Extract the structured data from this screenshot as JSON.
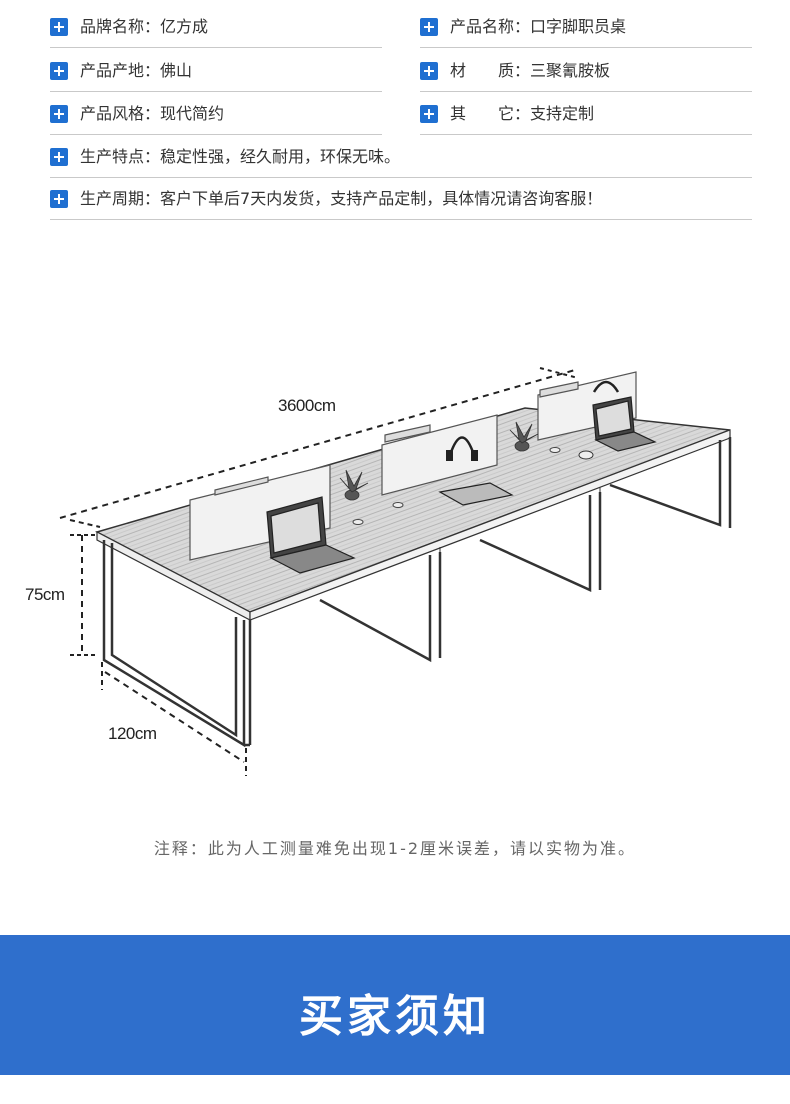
{
  "specs": {
    "brand": {
      "label": "品牌名称",
      "value": "亿方成"
    },
    "product_name": {
      "label": "产品名称",
      "value": "口字脚职员桌"
    },
    "origin": {
      "label": "产品产地",
      "value": "佛山"
    },
    "material": {
      "label": "材　　质",
      "value": "三聚氰胺板"
    },
    "style": {
      "label": "产品风格",
      "value": "现代简约"
    },
    "other": {
      "label": "其　　它",
      "value": "支持定制"
    },
    "features": {
      "label": "生产特点",
      "value": "稳定性强，经久耐用，环保无味。"
    },
    "cycle": {
      "label": "生产周期",
      "value": "客户下单后7天内发货，支持产品定制，具体情况请咨询客服！"
    }
  },
  "dimensions": {
    "length": "3600cm",
    "height": "75cm",
    "depth": "120cm"
  },
  "note": "注释：此为人工测量难免出现1-2厘米误差，请以实物为准。",
  "banner_title": "买家须知",
  "colors": {
    "accent": "#1f6fd1",
    "banner": "#2f6fcc"
  }
}
